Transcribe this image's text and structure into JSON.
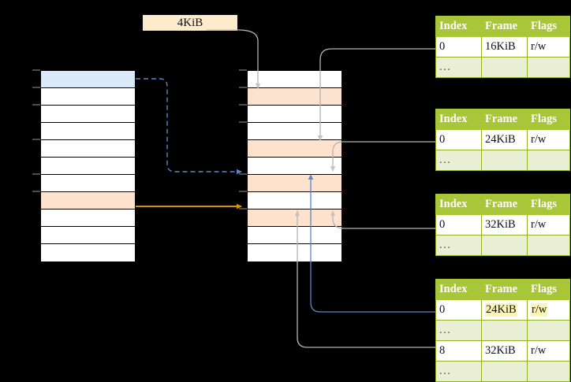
{
  "diagram": {
    "title_label": "4KiB",
    "left_table": {
      "name": "virtual-address-space",
      "rows": 11,
      "highlight_blue_index": 0,
      "highlight_peach_index": 7
    },
    "middle_table": {
      "name": "physical-memory",
      "rows": 11,
      "highlight_peach_indices": [
        1,
        4,
        6,
        8
      ]
    },
    "page_tables": [
      {
        "id": "pt-1",
        "headers": [
          "Index",
          "Frame",
          "Flags"
        ],
        "rows": [
          {
            "cells": [
              "0",
              "16KiB",
              "r/w"
            ],
            "dots": false,
            "highlight": []
          },
          {
            "cells": [
              "...",
              "",
              ""
            ],
            "dots": true,
            "highlight": []
          }
        ]
      },
      {
        "id": "pt-2",
        "headers": [
          "Index",
          "Frame",
          "Flags"
        ],
        "rows": [
          {
            "cells": [
              "0",
              "24KiB",
              "r/w"
            ],
            "dots": false,
            "highlight": []
          },
          {
            "cells": [
              "...",
              "",
              ""
            ],
            "dots": true,
            "highlight": []
          }
        ]
      },
      {
        "id": "pt-3",
        "headers": [
          "Index",
          "Frame",
          "Flags"
        ],
        "rows": [
          {
            "cells": [
              "0",
              "32KiB",
              "r/w"
            ],
            "dots": false,
            "highlight": []
          },
          {
            "cells": [
              "...",
              "",
              ""
            ],
            "dots": true,
            "highlight": []
          }
        ]
      },
      {
        "id": "pt-4",
        "headers": [
          "Index",
          "Frame",
          "Flags"
        ],
        "rows": [
          {
            "cells": [
              "0",
              "24KiB",
              "r/w"
            ],
            "dots": false,
            "highlight": [
              1,
              2
            ]
          },
          {
            "cells": [
              "...",
              "",
              ""
            ],
            "dots": true,
            "highlight": []
          },
          {
            "cells": [
              "8",
              "32KiB",
              "r/w"
            ],
            "dots": false,
            "highlight": []
          },
          {
            "cells": [
              "...",
              "",
              ""
            ],
            "dots": true,
            "highlight": []
          }
        ]
      }
    ],
    "colors": {
      "header_green": "#a8c638",
      "dots_row": "#e9eed5",
      "blue_row": "#dce9f9",
      "peach_row": "#fde3cd",
      "label_bg": "#fdeccc",
      "yellow_highlight": "#fdf6b2",
      "orange_arrow": "#d69100",
      "blue_arrow": "#5b86c4",
      "grey_connector": "#b3b3b3"
    }
  }
}
